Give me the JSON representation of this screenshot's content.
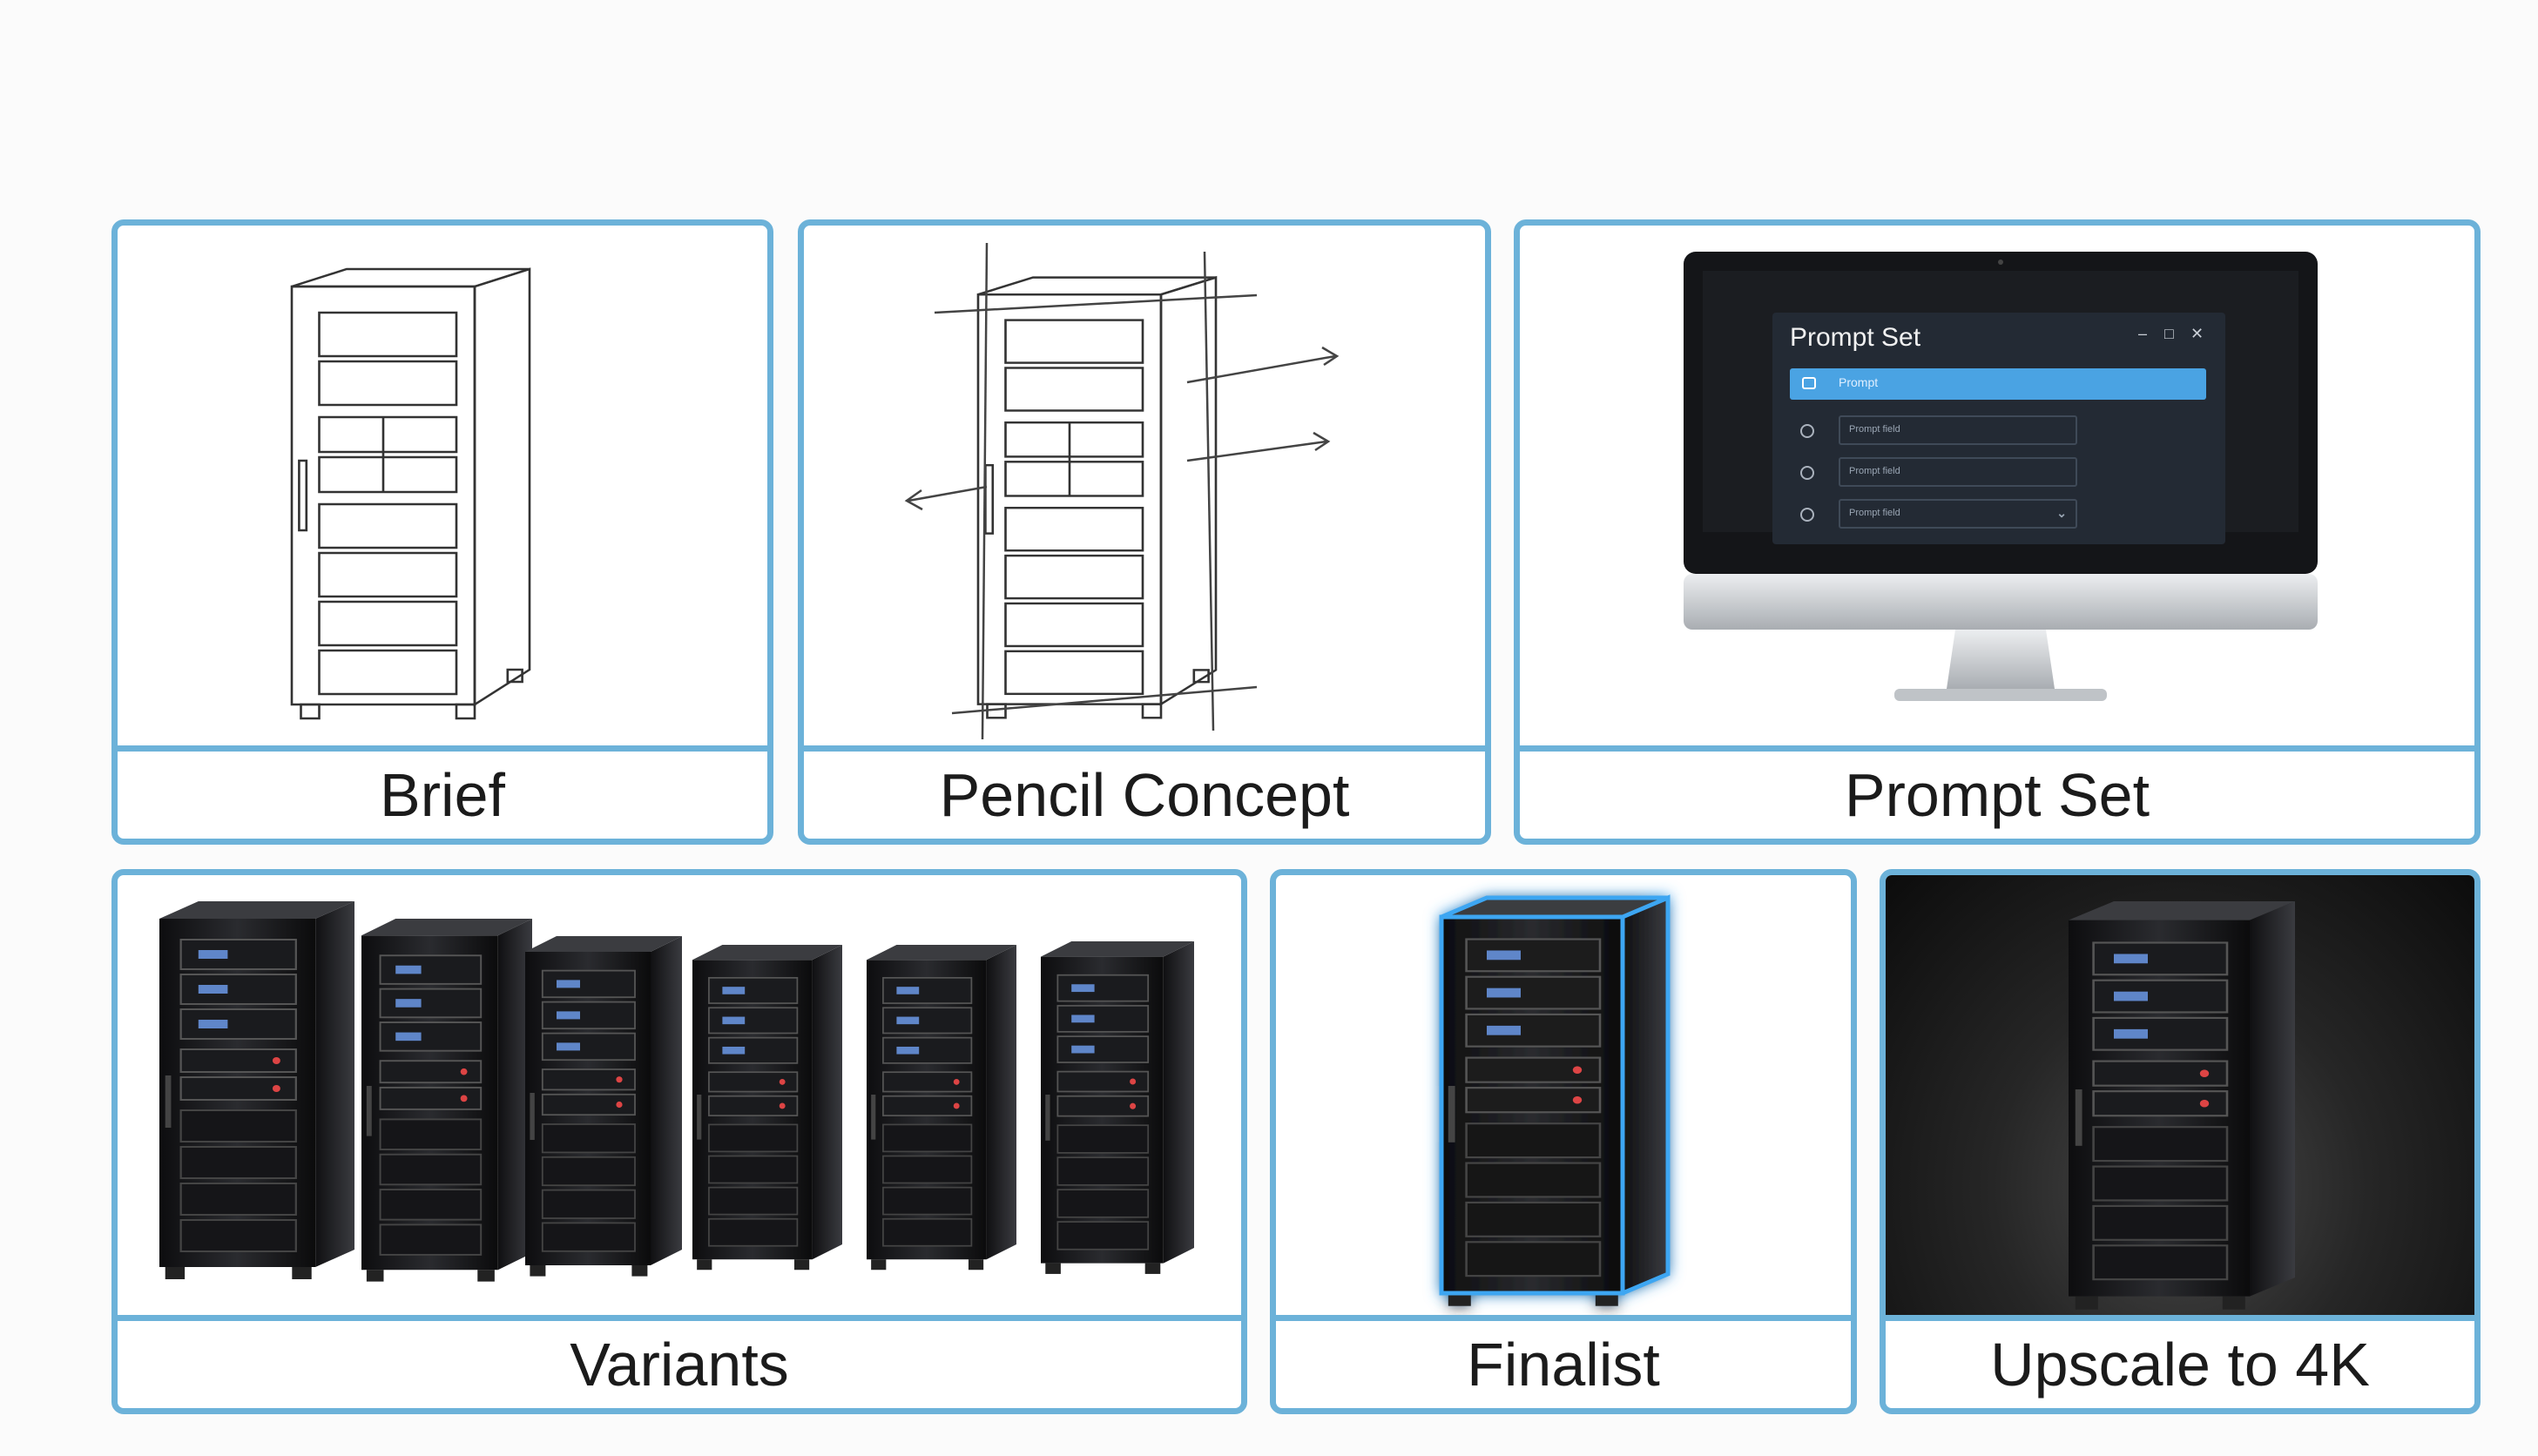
{
  "panels": [
    {
      "label": "Brief"
    },
    {
      "label": "Pencil Concept"
    },
    {
      "label": "Prompt Set",
      "screen": {
        "window_title": "Prompt Set",
        "selected_row": "Prompt",
        "fields": [
          "Prompt field",
          "Prompt field",
          "Prompt field"
        ]
      }
    },
    {
      "label": "Variants"
    },
    {
      "label": "Finalist"
    },
    {
      "label": "Upscale to 4K"
    }
  ],
  "colors": {
    "accent_border": "#6cb2d9",
    "highlight_glow": "#3ea6f2",
    "ui_selected": "#4aa3e3"
  },
  "icons": [
    "server-rack-sketch",
    "server-rack-pencil",
    "monitor",
    "server-rack-black",
    "server-rack-glow",
    "server-rack-dark-studio"
  ]
}
